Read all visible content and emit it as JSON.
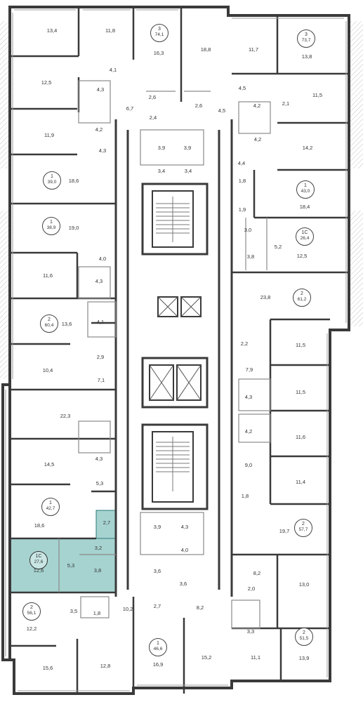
{
  "colors": {
    "wall": "#3a3a3a",
    "thin_wall": "#8a8a8a",
    "highlight_fill": "#a6d3d0",
    "highlight_stroke": "#2b7a78",
    "hatch": "#b5b5b5"
  },
  "apartments": [
    {
      "id": "apt-3-74-1",
      "rooms": "3",
      "area": "74,1",
      "selected": false
    },
    {
      "id": "apt-3-73-7",
      "rooms": "3",
      "area": "73,7",
      "selected": false
    },
    {
      "id": "apt-1-39-0",
      "rooms": "1",
      "area": "39,0",
      "selected": false
    },
    {
      "id": "apt-1-43-0",
      "rooms": "1",
      "area": "43,0",
      "selected": false
    },
    {
      "id": "apt-1-38-9",
      "rooms": "1",
      "area": "38,9",
      "selected": false
    },
    {
      "id": "apt-1c-26-4",
      "rooms": "1С",
      "area": "26,4",
      "selected": false
    },
    {
      "id": "apt-2-61-2",
      "rooms": "2",
      "area": "61,2",
      "selected": false
    },
    {
      "id": "apt-2-60-4",
      "rooms": "2",
      "area": "60,4",
      "selected": false
    },
    {
      "id": "apt-1-42-7",
      "rooms": "1",
      "area": "42,7",
      "selected": false
    },
    {
      "id": "apt-2-57-7",
      "rooms": "2",
      "area": "57,7",
      "selected": false
    },
    {
      "id": "apt-1c-27-6",
      "rooms": "1С",
      "area": "27,6",
      "selected": true
    },
    {
      "id": "apt-2-56-1",
      "rooms": "2",
      "area": "56,1",
      "selected": false
    },
    {
      "id": "apt-2-51-5",
      "rooms": "2",
      "area": "51,5",
      "selected": false
    },
    {
      "id": "apt-1-46-6",
      "rooms": "1",
      "area": "46,6",
      "selected": false
    }
  ],
  "room_areas": [
    "13,4",
    "11,8",
    "16,3",
    "18,8",
    "11,7",
    "13,8",
    "4,1",
    "12,5",
    "4,3",
    "2,6",
    "2,6",
    "6,7",
    "4,5",
    "4,2",
    "2,1",
    "11,5",
    "4,2",
    "2,4",
    "4,5",
    "11,9",
    "4,2",
    "14,2",
    "4,3",
    "3,9",
    "3,9",
    "3,4",
    "3,4",
    "4,4",
    "18,6",
    "1,8",
    "18,4",
    "1,9",
    "19,0",
    "3,0",
    "5,2",
    "12,5",
    "3,8",
    "4,0",
    "11,6",
    "4,3",
    "23,8",
    "13,6",
    "4,1",
    "2,2",
    "11,5",
    "2,9",
    "10,4",
    "7,9",
    "7,1",
    "11,5",
    "4,3",
    "4,2",
    "22,3",
    "11,6",
    "4,3",
    "14,5",
    "9,0",
    "5,3",
    "11,4",
    "1,8",
    "2,7",
    "18,6",
    "3,9",
    "4,3",
    "19,7",
    "4,0",
    "3,2",
    "5,3",
    "12,6",
    "3,8",
    "3,6",
    "3,6",
    "8,2",
    "2,0",
    "13,0",
    "10,2",
    "2,7",
    "8,2",
    "3,5",
    "1,8",
    "12,2",
    "3,3",
    "15,6",
    "12,8",
    "16,9",
    "15,2",
    "11,1",
    "13,9"
  ]
}
